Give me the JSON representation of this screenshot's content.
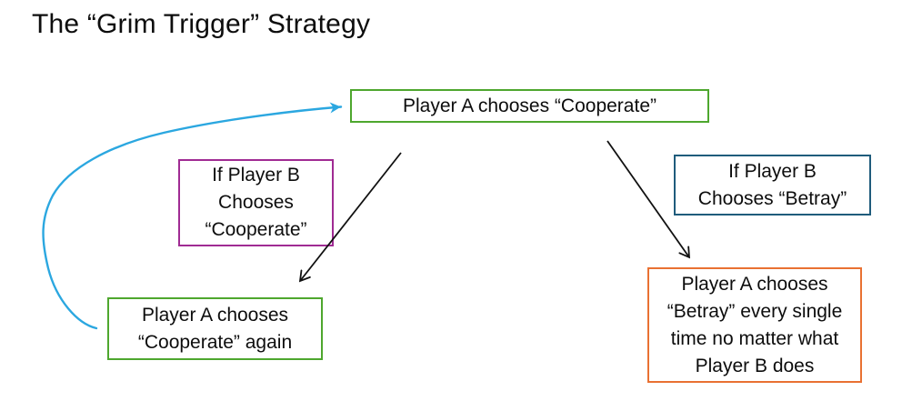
{
  "title": "The “Grim Trigger” Strategy",
  "boxes": {
    "start": {
      "text": "Player A chooses “Cooperate”",
      "border_color": "#4EA72E"
    },
    "condition_cooperate": {
      "lines": [
        "If Player B",
        "Chooses",
        "“Cooperate”"
      ],
      "border_color": "#A02B93"
    },
    "condition_betray": {
      "lines": [
        "If Player B",
        "Chooses “Betray”"
      ],
      "border_color": "#1F5C7C"
    },
    "outcome_cooperate": {
      "lines": [
        "Player A chooses",
        "“Cooperate” again"
      ],
      "border_color": "#4EA72E"
    },
    "outcome_betray": {
      "lines": [
        "Player A chooses",
        "“Betray” every single",
        "time no matter what",
        "Player B does"
      ],
      "border_color": "#E97132"
    }
  },
  "arrows": {
    "loop_back": {
      "color": "#2BA7E0"
    },
    "to_cooperate_outcome": {
      "color": "#111111"
    },
    "to_betray_outcome": {
      "color": "#111111"
    }
  },
  "text_color": "#0d0d0d",
  "background_color": "#ffffff"
}
